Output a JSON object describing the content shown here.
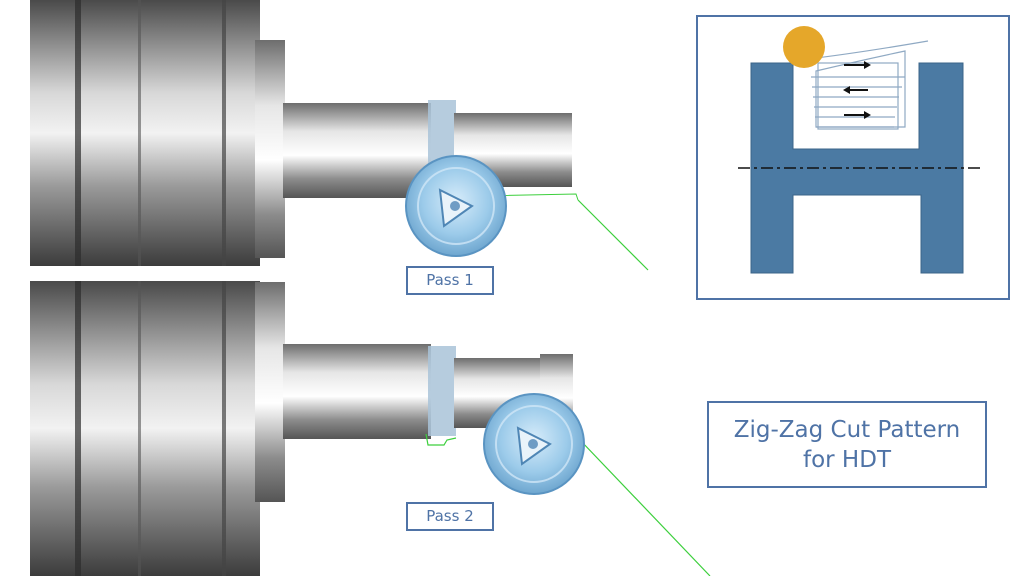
{
  "labels": {
    "pass1": "Pass 1",
    "pass2": "Pass 2"
  },
  "title": "Zig-Zag Cut Pattern for HDT",
  "icons": {
    "tool_insert": "triangular-insert-icon",
    "arrow_right": "arrow-right-icon",
    "arrow_left": "arrow-left-icon"
  },
  "colors": {
    "accent": "#4f73a6",
    "part_blue": "#4b7aa3",
    "tool_ball": "#e5a72a",
    "toolpath_green": "#3ccf3c",
    "tool_holder": "#7fb3d9"
  }
}
